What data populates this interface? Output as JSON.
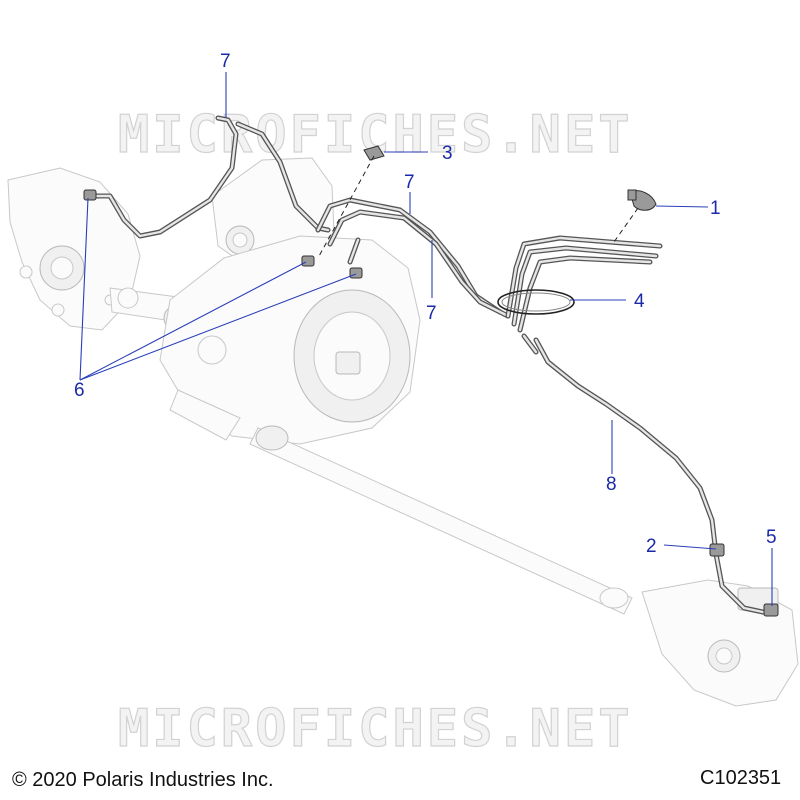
{
  "watermark": {
    "text_top": "MICROFICHES.NET",
    "text_bottom": "MICROFICHES.NET"
  },
  "callouts": [
    {
      "id": "1",
      "label": "1"
    },
    {
      "id": "2",
      "label": "2"
    },
    {
      "id": "3",
      "label": "3"
    },
    {
      "id": "4",
      "label": "4"
    },
    {
      "id": "5",
      "label": "5"
    },
    {
      "id": "6",
      "label": "6"
    },
    {
      "id": "7a",
      "label": "7"
    },
    {
      "id": "7b",
      "label": "7"
    },
    {
      "id": "7c",
      "label": "7"
    },
    {
      "id": "8",
      "label": "8"
    }
  ],
  "footer": {
    "copyright": "© 2020 Polaris Industries Inc.",
    "diagram_code": "C102351"
  },
  "colors": {
    "callout": "#1a2aa8",
    "hose": "#555555",
    "watermark_outline": "#d2d2d2"
  }
}
